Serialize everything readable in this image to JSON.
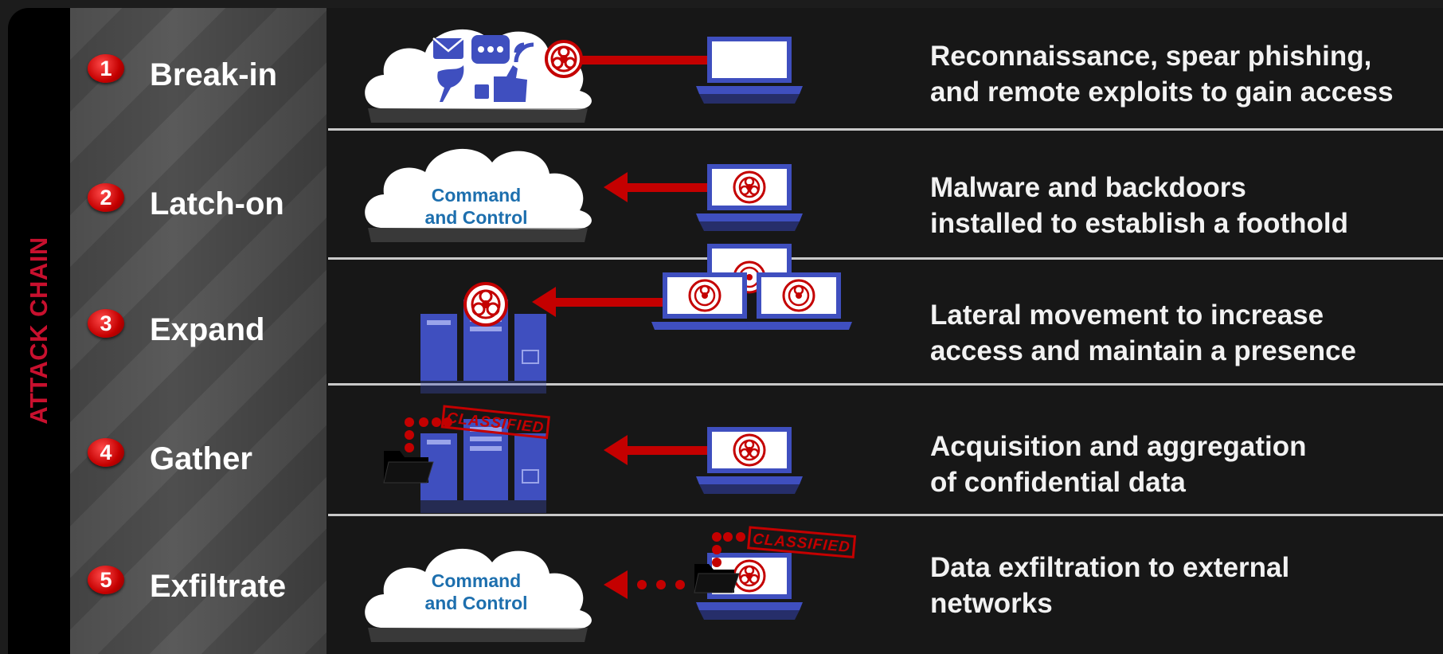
{
  "side_label": "ATTACK CHAIN",
  "cloud_label": [
    "Command",
    "and Control"
  ],
  "stamp_text": "CLASSIFIED",
  "colors": {
    "accent_red": "#c40000",
    "label_red": "#c8102e",
    "device_blue": "#3f4fbf",
    "cloud_text": "#1d6fae"
  },
  "steps": [
    {
      "number": "1",
      "name": "Break-in",
      "description": [
        "Reconnaissance, spear phishing,",
        "and remote exploits to gain access"
      ],
      "icons": [
        "cloud-icon",
        "social-media-icons",
        "biohazard-icon",
        "laptop-icon"
      ]
    },
    {
      "number": "2",
      "name": "Latch-on",
      "description": [
        "Malware and backdoors",
        "installed to establish a foothold"
      ],
      "icons": [
        "cloud-icon",
        "laptop-icon",
        "biohazard-icon"
      ]
    },
    {
      "number": "3",
      "name": "Expand",
      "description": [
        "Lateral movement to increase",
        "access and maintain a presence"
      ],
      "icons": [
        "server-icon",
        "biohazard-icon",
        "laptop-icon"
      ]
    },
    {
      "number": "4",
      "name": "Gather",
      "description": [
        "Acquisition and aggregation",
        "of confidential data"
      ],
      "icons": [
        "folder-icon",
        "server-icon",
        "laptop-icon",
        "biohazard-icon"
      ]
    },
    {
      "number": "5",
      "name": "Exfiltrate",
      "description": [
        "Data exfiltration to external",
        "networks"
      ],
      "icons": [
        "cloud-icon",
        "folder-icon",
        "laptop-icon",
        "biohazard-icon"
      ]
    }
  ]
}
